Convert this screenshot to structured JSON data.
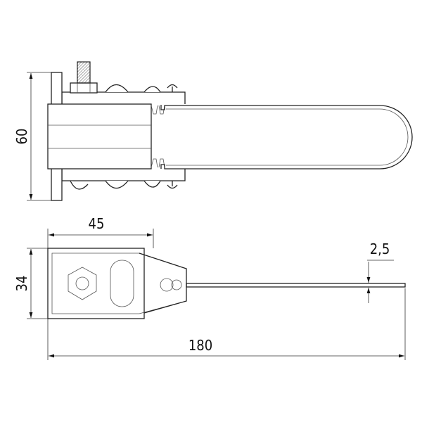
{
  "drawing": {
    "top_view": {
      "height_label": "60"
    },
    "bottom_view": {
      "width_label": "45",
      "height_label": "34",
      "length_label": "180",
      "thickness_label": "2,5"
    }
  }
}
